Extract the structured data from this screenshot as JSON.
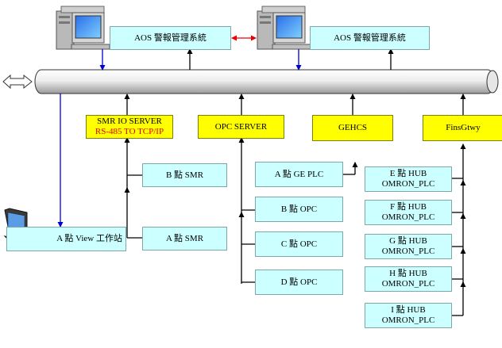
{
  "colors": {
    "box_fill": "#ccffff",
    "server_fill": "#ffff00",
    "arrow_blue": "#0000cc",
    "arrow_red": "#ee0000",
    "line": "#000000"
  },
  "icons": {
    "workstation": "desktop-computer-icon",
    "laptop": "laptop-icon",
    "network": "bidirectional-arrow-icon"
  },
  "aos": {
    "left": "AOS 警報管理系統",
    "right": "AOS 警報管理系統"
  },
  "smr_server": {
    "line1": "SMR IO SERVER",
    "line2": "RS-485 TO TCP/IP"
  },
  "opc_server": "OPC SERVER",
  "gehcs": "GEHCS",
  "finsgtwy": "FinsGtwy",
  "smr_nodes": {
    "b": "B 點 SMR",
    "a": "A 點 SMR"
  },
  "view_station": "A 點 View 工作站",
  "ge_plc": "A 點 GE PLC",
  "opc_nodes": [
    "B 點 OPC",
    "C 點 OPC",
    "D 點 OPC"
  ],
  "hubs": [
    {
      "line1": "E 點 HUB",
      "line2": "OMRON_PLC"
    },
    {
      "line1": "F 點 HUB",
      "line2": "OMRON_PLC"
    },
    {
      "line1": "G 點 HUB",
      "line2": "OMRON_PLC"
    },
    {
      "line1": "H 點 HUB",
      "line2": "OMRON_PLC"
    },
    {
      "line1": "I 點 HUB",
      "line2": "OMRON_PLC"
    }
  ]
}
